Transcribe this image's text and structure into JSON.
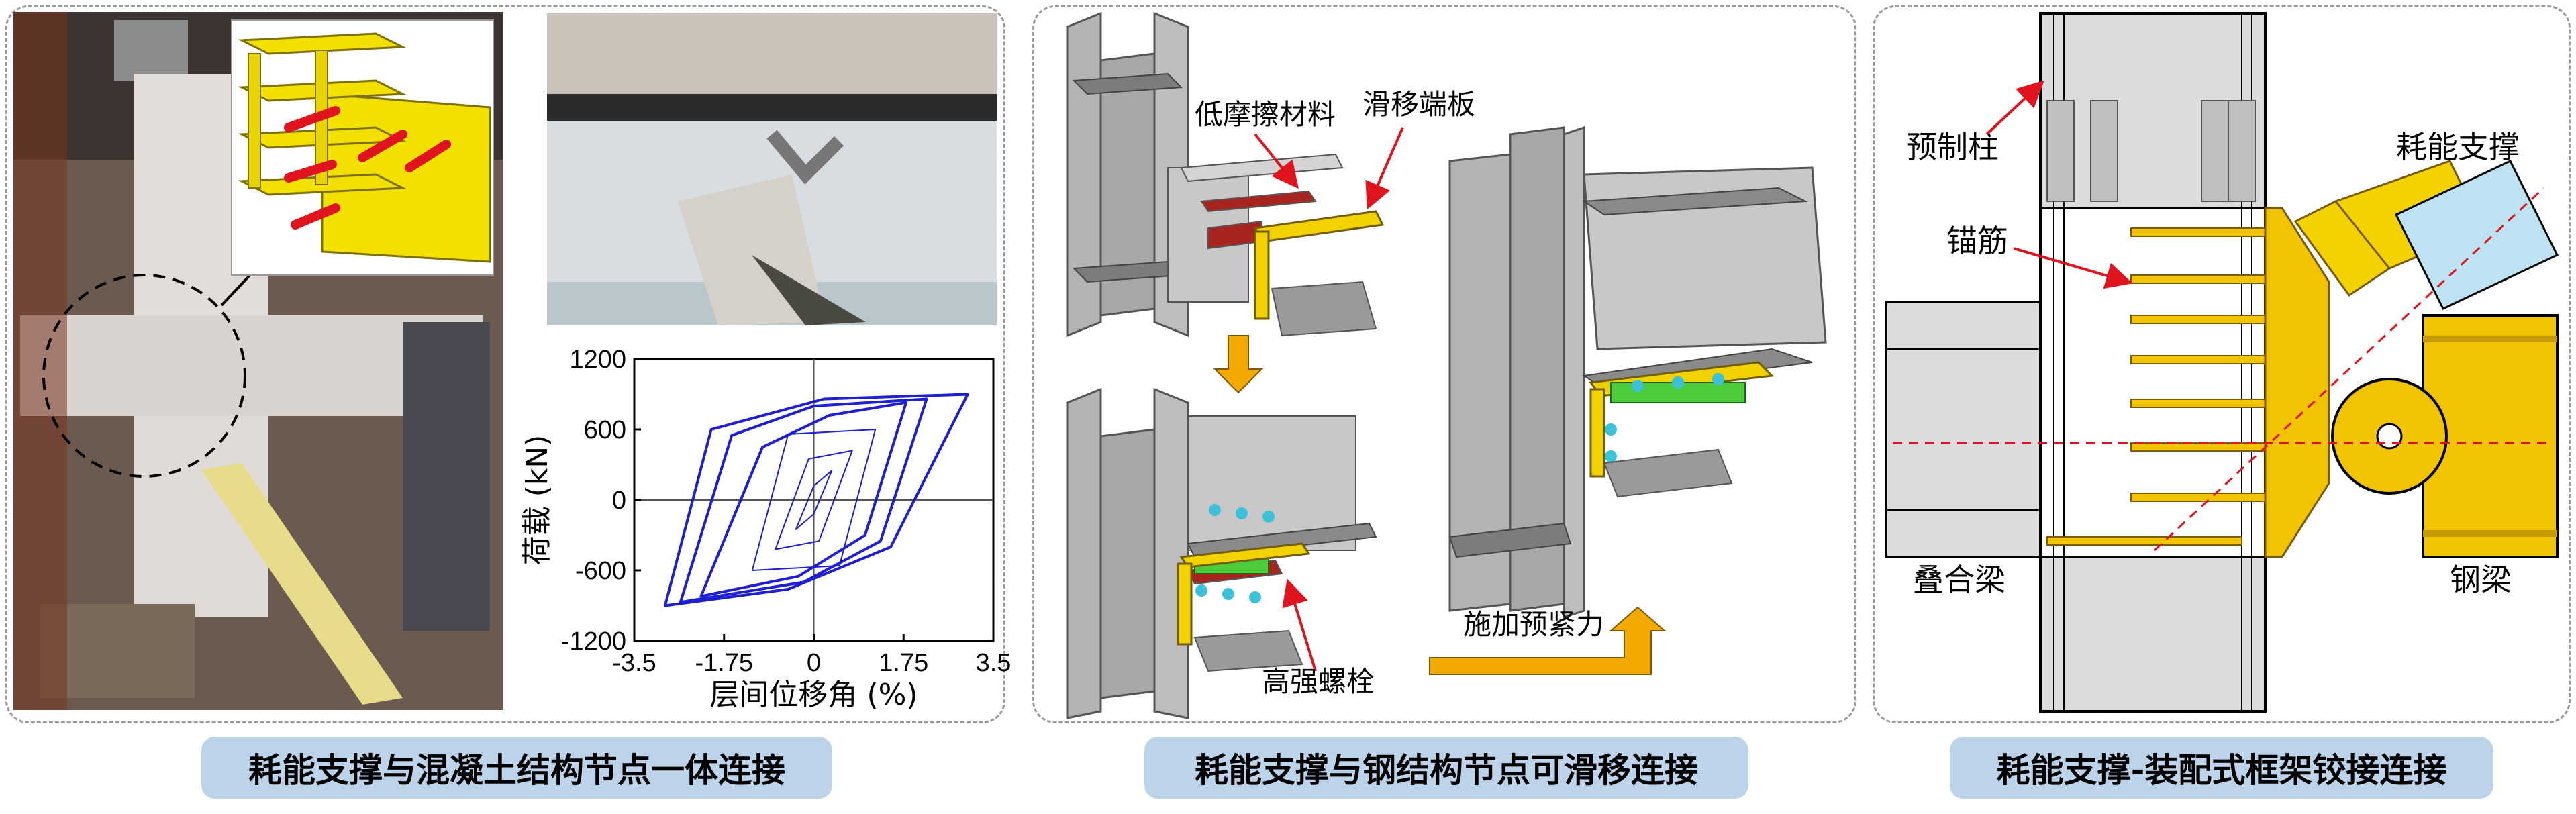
{
  "captions": {
    "panel1": "耗能支撑与混凝土结构节点一体连接",
    "panel2": "耗能支撑与钢结构节点可滑移连接",
    "panel3": "耗能支撑-装配式框架铰接连接"
  },
  "panel2_labels": {
    "low_friction": "低摩擦材料",
    "slide_plate": "滑移端板",
    "bolts": "高强螺栓",
    "preload": "施加预紧力"
  },
  "panel3_labels": {
    "precast_column": "预制柱",
    "damper_brace": "耗能支撑",
    "anchor_bar": "锚筋",
    "composite_beam": "叠合梁",
    "steel_beam": "钢梁"
  },
  "colors": {
    "caption_bg": "#bcd3ea",
    "yellow": "#f2d200",
    "red_arrow": "#e0141e",
    "curve": "#1e1ed2",
    "brace_blue": "#bde3f2",
    "steel_gray": "#b4b4b4"
  },
  "chart_data": {
    "type": "line",
    "xlabel": "层间位移角 (%)",
    "ylabel": "荷载 (kN)",
    "xlim": [
      -3.5,
      3.5
    ],
    "ylim": [
      -1200,
      1200
    ],
    "xticks": [
      "-3.5",
      "-1.75",
      "0",
      "1.75",
      "3.5"
    ],
    "yticks": [
      "1200",
      "600",
      "0",
      "-600",
      "-1200"
    ],
    "grid": false,
    "series": [
      {
        "loops": [
          {
            "x": [
              -0.35,
              0.0,
              0.35,
              0.0,
              -0.35
            ],
            "y": [
              -250,
              120,
              250,
              -120,
              -250
            ]
          },
          {
            "x": [
              -0.75,
              -0.1,
              0.75,
              0.1,
              -0.75
            ],
            "y": [
              -420,
              350,
              420,
              -350,
              -420
            ]
          },
          {
            "x": [
              -1.2,
              -0.5,
              1.2,
              0.5,
              -1.2
            ],
            "y": [
              -600,
              560,
              600,
              -560,
              -600
            ]
          },
          {
            "x": [
              -2.2,
              -1.0,
              0.3,
              1.8,
              1.0,
              -0.3,
              -2.2
            ],
            "y": [
              -820,
              450,
              720,
              830,
              -300,
              -650,
              -820
            ]
          },
          {
            "x": [
              -2.6,
              -1.6,
              0.0,
              2.2,
              1.3,
              -0.2,
              -2.6
            ],
            "y": [
              -870,
              550,
              800,
              860,
              -350,
              -700,
              -870
            ]
          },
          {
            "x": [
              -2.9,
              -2.0,
              0.2,
              3.0,
              1.5,
              -0.5,
              -2.9
            ],
            "y": [
              -900,
              600,
              860,
              900,
              -400,
              -760,
              -900
            ]
          }
        ]
      }
    ]
  }
}
